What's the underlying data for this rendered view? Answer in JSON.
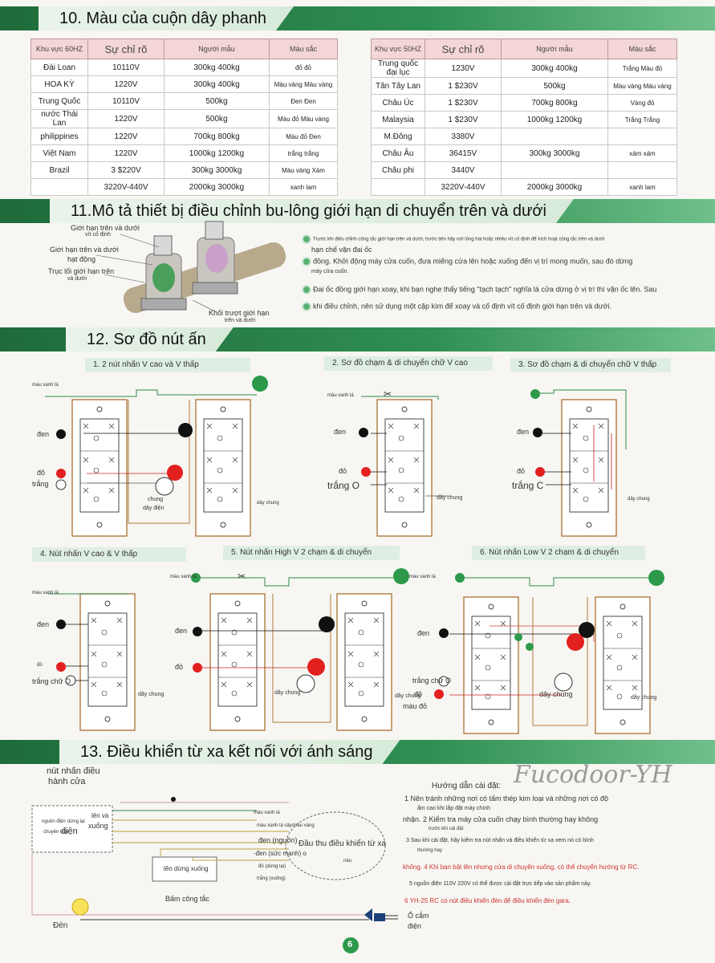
{
  "sections": {
    "s10": "10. Màu của cuộn dây phanh",
    "s11": "11.Mô tả thiết bị điều chỉnh bu-lông giới hạn di chuyển trên và dưới",
    "s12": "12. Sơ đồ nút ấn",
    "s13": "13. Điều khiển từ xa kết nối với ánh sáng"
  },
  "table_left": {
    "headers": [
      "Khu vực 60HZ",
      "Sự chỉ rõ",
      "Người mẫu",
      "Màu sắc"
    ],
    "rows": [
      [
        "Đài Loan",
        "10110V",
        "300kg 400kg",
        "đỏ đỏ"
      ],
      [
        "HOA KỲ",
        "1220V",
        "300kg 400kg",
        "Màu vàng Màu vàng"
      ],
      [
        "Trung Quốc",
        "10110V",
        "500kg",
        "Đen Đen"
      ],
      [
        "nước Thái Lan",
        "1220V",
        "500kg",
        "Màu đỏ Màu vàng"
      ],
      [
        "philippines",
        "1220V",
        "700kg 800kg",
        "Màu đỏ Đen"
      ],
      [
        "Việt Nam",
        "1220V",
        "1000kg 1200kg",
        "trắng trắng"
      ],
      [
        "Brazil",
        "3 $220V",
        "300kg 3000kg",
        "Màu vàng Xám"
      ],
      [
        "",
        "3220V-440V",
        "2000kg 3000kg",
        "xanh lam"
      ]
    ]
  },
  "table_right": {
    "headers": [
      "Khu vực 50HZ",
      "Sự chỉ rõ",
      "Người mẫu",
      "Màu sắc"
    ],
    "rows": [
      [
        "Trung quốc đại lục",
        "1230V",
        "300kg 400kg",
        "Trắng Màu đỏ"
      ],
      [
        "Tân Tây Lan",
        "1 $230V",
        "500kg",
        "Màu vàng Màu vàng"
      ],
      [
        "Châu Úc",
        "1 $230V",
        "700kg 800kg",
        "Vàng đỏ"
      ],
      [
        "Malaysia",
        "1 $230V",
        "1000kg 1200kg",
        "Trắng Trắng"
      ],
      [
        "M.Đông",
        "3380V",
        "",
        ""
      ],
      [
        "Châu Âu",
        "36415V",
        "300kg 3000kg",
        "xám xám"
      ],
      [
        "Châu phi",
        "3440V",
        "",
        ""
      ],
      [
        "",
        "3220V-440V",
        "2000kg 3000kg",
        "xanh lam"
      ]
    ]
  },
  "s11": {
    "labels": [
      "Giới hạn trên và dưới",
      "vít cố định",
      "Giới hạn trên và dưới",
      "hạt động",
      "Trục lối giới hạn trên",
      "và dưới",
      "Khối trượt giới hạn",
      "trên và dưới"
    ],
    "bullets": [
      "Trước khi điều chỉnh công tắc giới hạn trên và dưới, trước tiên hãy nới lỏng hai hoặc nhiều vít cố định để kích hoạt công tắc trên và dưới",
      "hạn chế vặn đai ốc",
      "đồng. Khởi động máy cửa cuốn, đưa miếng cửa lên hoặc xuống đến vị trí mong muốn, sau đó dừng",
      "máy cửa cuốn.",
      "Đai ốc đồng giới hạn xoay, khi bạn nghe thấy tiếng \"tạch tạch\" nghĩa là cửa dừng ở vị trí thì vặn ốc lên. Sau",
      "khi điều chỉnh, nên sử dụng một cặp kìm để xoay và cố định vít cố định giới hạn trên và dưới."
    ]
  },
  "s12": {
    "titles": [
      "1. 2 nút nhấn V cao và V thấp",
      "2. Sơ đồ chạm & di chuyển chữ V cao",
      "3. Sơ đồ chạm & di chuyển chữ V thấp",
      "4. Nút nhấn V cao & V thấp",
      "5. Nút nhấn High V 2 chạm & di chuyển",
      "6. Nút nhấn Low V 2 chạm & di chuyển"
    ],
    "wire": {
      "green": "màu xanh lá",
      "black": "đen",
      "red": "đỏ",
      "white": "trắng",
      "white_o": "trắng O",
      "white_c": "trắng C",
      "white_chu_o": "trắng chữ O",
      "common": "chung",
      "wire_common": "dây chung",
      "wire_power": "dây điện",
      "red_color": "màu đỏ"
    }
  },
  "s13": {
    "btn_label": "nút nhấn điều",
    "btn_label2": "hành cửa",
    "box_labels": [
      "nguồn điện",
      "dừng lại",
      "lên và",
      "xuống",
      "chuyên tiếp",
      "điện"
    ],
    "switch_label": "lên dừng xuống",
    "switch_caption": "Bấm công tắc",
    "wires": [
      "màu xanh lá",
      "màu xanh lá cây/màu vàng",
      "đen (nguồn)",
      "-đen (sức mạnh) o",
      "đỏ (dừng lại)",
      "trắng (xuống)"
    ],
    "receiver": "Đầu thu điều khiển từ xa",
    "lamp_label": "nâu",
    "light": "Đèn",
    "plug": "Ổ cắm",
    "plug2": "điện",
    "guide_title": "Hướng dẫn cài đặt:",
    "guide": [
      "1 Nên tránh những nơi có tấm thép kim loại và những nơi có độ",
      "ẩm cao khi lắp đặt máy chính",
      "nhận. 2 Kiểm tra máy cửa cuốn chạy bình thường hay không",
      "trước khi cài đặt.",
      "3 Sau khi cài đặt, hãy kiểm tra nút nhấn và điều khiển từ xa xem nó có bình",
      "thường hay",
      "không. 4 Khi bạn bật lên nhưng cửa di chuyển xuống, có thể chuyển hướng từ RC.",
      "5 nguồn điện 110V 220V có thể được cài đặt trực tiếp vào sản phẩm này.",
      "6 YH-25 RC có nút điều khiển đèn để điều khiển đèn gara."
    ],
    "watermark": "Fucodoor-YH",
    "page": "6"
  }
}
